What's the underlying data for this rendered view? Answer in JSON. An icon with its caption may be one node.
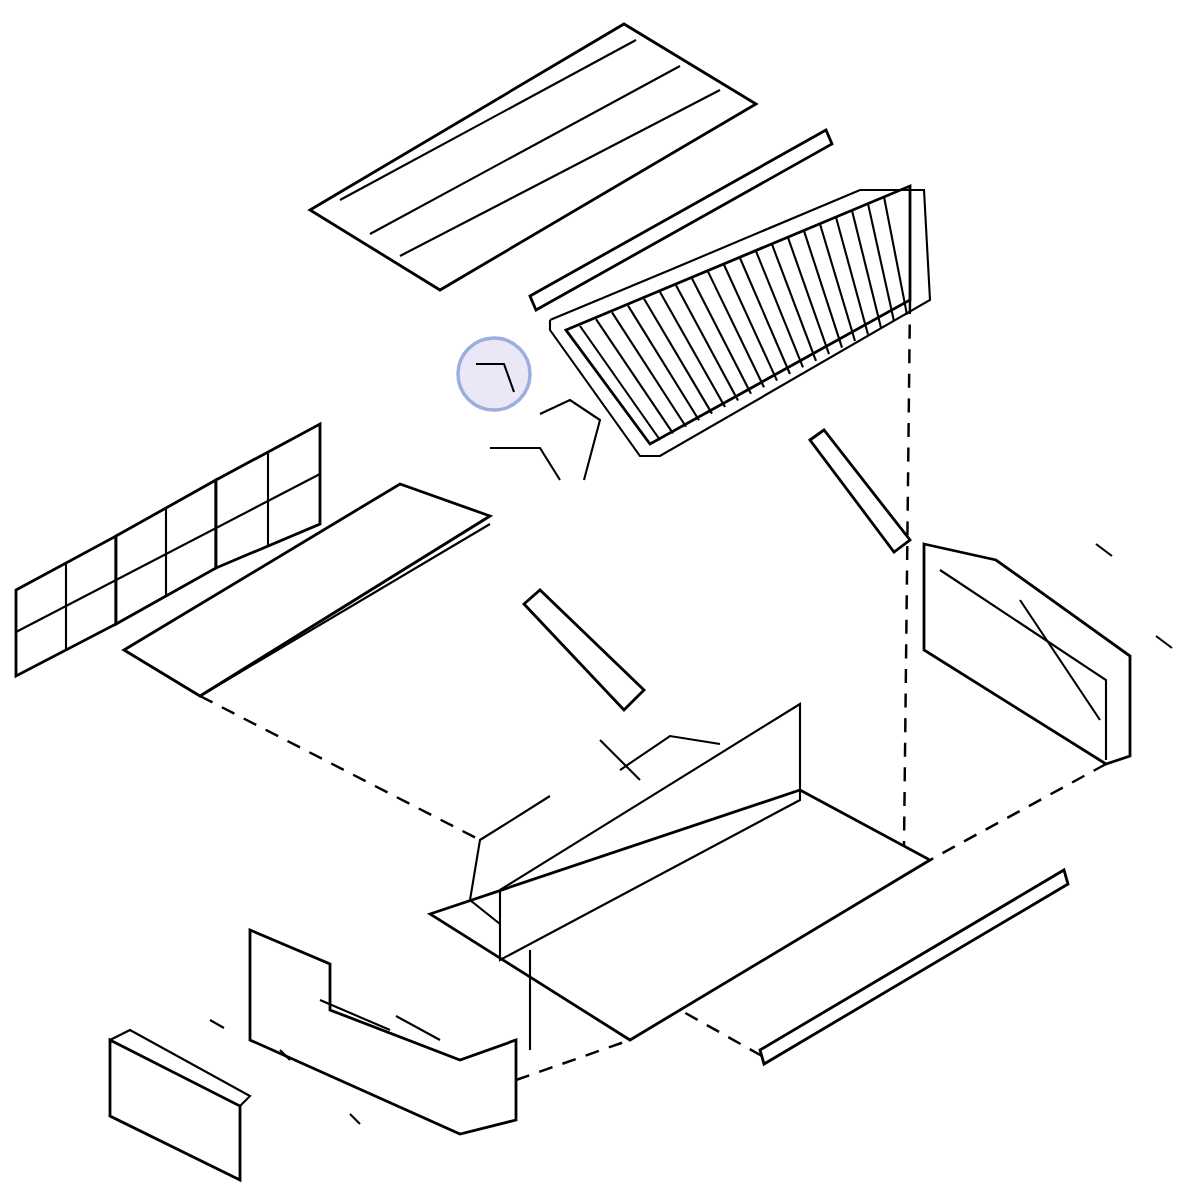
{
  "diagram": {
    "nodes": [
      {
        "text": [],
        "shape": "picture"
      },
      {
        "text": [],
        "shape": "bar"
      },
      {
        "text": [],
        "shape": "picture"
      },
      {
        "text": [],
        "shape": "circle"
      },
      {
        "text": [],
        "shape": "picture"
      },
      {
        "text": [],
        "shape": "picture"
      },
      {
        "text": [],
        "shape": "picture"
      },
      {
        "text": [],
        "shape": "picture"
      },
      {
        "text": [],
        "shape": "picture"
      },
      {
        "text": [],
        "shape": "picture"
      },
      {
        "text": [],
        "shape": "bar"
      },
      {
        "text": [],
        "shape": "picture"
      },
      {
        "text": [],
        "shape": "picture"
      }
    ],
    "edges": [
      {
        "from": 2,
        "to": 9,
        "arrow": "none",
        "style": "dashed"
      },
      {
        "from": 5,
        "to": 9,
        "arrow": "none",
        "style": "dashed"
      },
      {
        "from": 8,
        "to": 9,
        "arrow": "none",
        "style": "dashed"
      },
      {
        "from": 10,
        "to": 9,
        "arrow": "none",
        "style": "dashed"
      },
      {
        "from": 11,
        "to": 9,
        "arrow": "none",
        "style": "dashed"
      }
    ]
  }
}
